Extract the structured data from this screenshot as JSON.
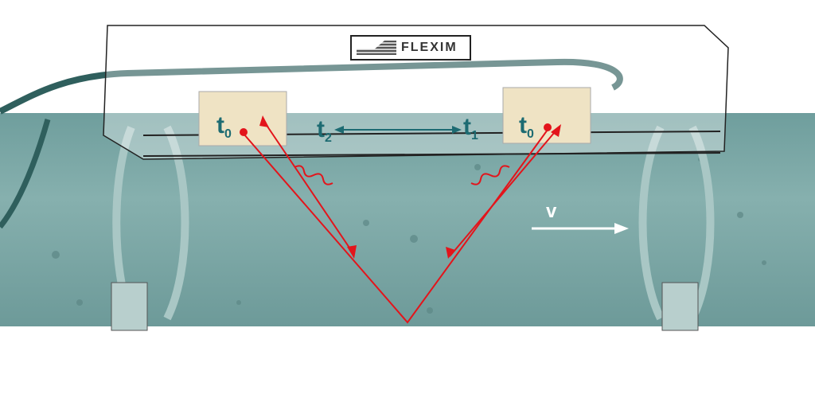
{
  "brand": "FLEXIM",
  "labels": {
    "t0_left": {
      "base": "t",
      "sub": "0"
    },
    "t2": {
      "base": "t",
      "sub": "2"
    },
    "t1": {
      "base": "t",
      "sub": "1"
    },
    "t0_right": {
      "base": "t",
      "sub": "0"
    },
    "velocity": "v"
  },
  "colors": {
    "pipe": "#7fa9a8",
    "signal": "#e3141b",
    "label": "#1d6b72",
    "transducer": "#efe3c4"
  }
}
